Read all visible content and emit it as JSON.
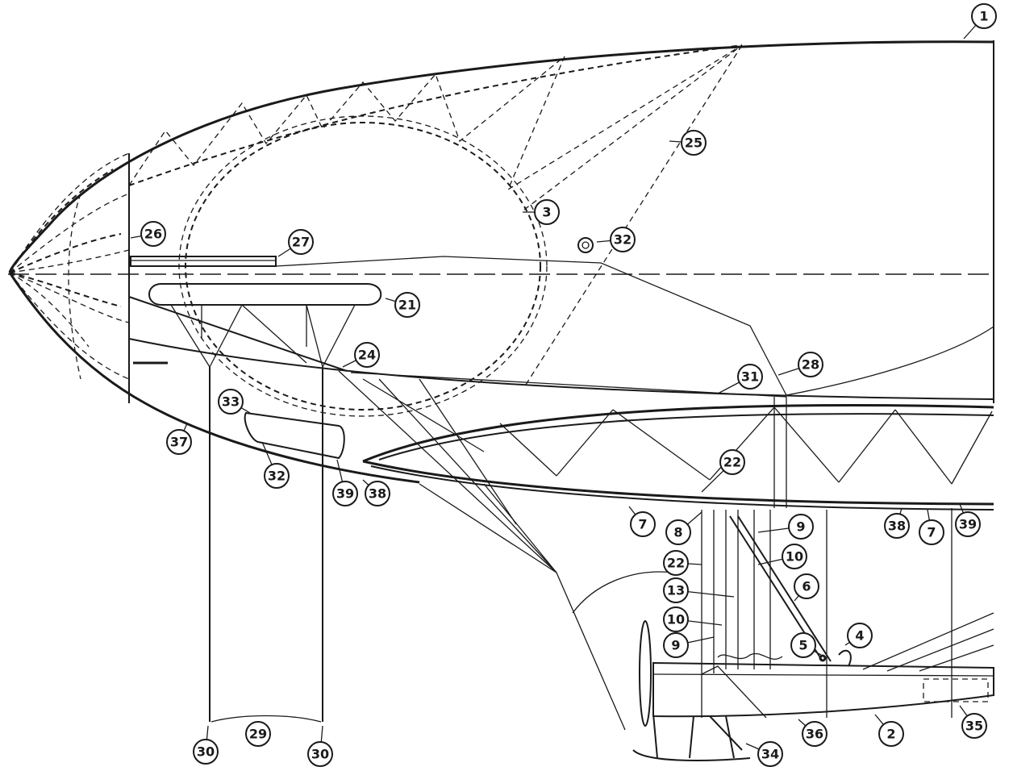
{
  "callouts": [
    {
      "id": "c1",
      "label": "1"
    },
    {
      "id": "c25",
      "label": "25"
    },
    {
      "id": "c3",
      "label": "3"
    },
    {
      "id": "c26",
      "label": "26"
    },
    {
      "id": "c27",
      "label": "27"
    },
    {
      "id": "c32a",
      "label": "32"
    },
    {
      "id": "c21",
      "label": "21"
    },
    {
      "id": "c24",
      "label": "24"
    },
    {
      "id": "c31",
      "label": "31"
    },
    {
      "id": "c28",
      "label": "28"
    },
    {
      "id": "c33",
      "label": "33"
    },
    {
      "id": "c37",
      "label": "37"
    },
    {
      "id": "c32b",
      "label": "32"
    },
    {
      "id": "c39a",
      "label": "39"
    },
    {
      "id": "c38a",
      "label": "38"
    },
    {
      "id": "c22a",
      "label": "22"
    },
    {
      "id": "c7a",
      "label": "7"
    },
    {
      "id": "c8",
      "label": "8"
    },
    {
      "id": "c9a",
      "label": "9"
    },
    {
      "id": "c10a",
      "label": "10"
    },
    {
      "id": "c22b",
      "label": "22"
    },
    {
      "id": "c6",
      "label": "6"
    },
    {
      "id": "c13",
      "label": "13"
    },
    {
      "id": "c10b",
      "label": "10"
    },
    {
      "id": "c9b",
      "label": "9"
    },
    {
      "id": "c5",
      "label": "5"
    },
    {
      "id": "c4",
      "label": "4"
    },
    {
      "id": "c38b",
      "label": "38"
    },
    {
      "id": "c7b",
      "label": "7"
    },
    {
      "id": "c39b",
      "label": "39"
    },
    {
      "id": "c29",
      "label": "29"
    },
    {
      "id": "c30a",
      "label": "30"
    },
    {
      "id": "c30b",
      "label": "30"
    },
    {
      "id": "c36",
      "label": "36"
    },
    {
      "id": "c2",
      "label": "2"
    },
    {
      "id": "c35",
      "label": "35"
    },
    {
      "id": "c34",
      "label": "34"
    }
  ]
}
